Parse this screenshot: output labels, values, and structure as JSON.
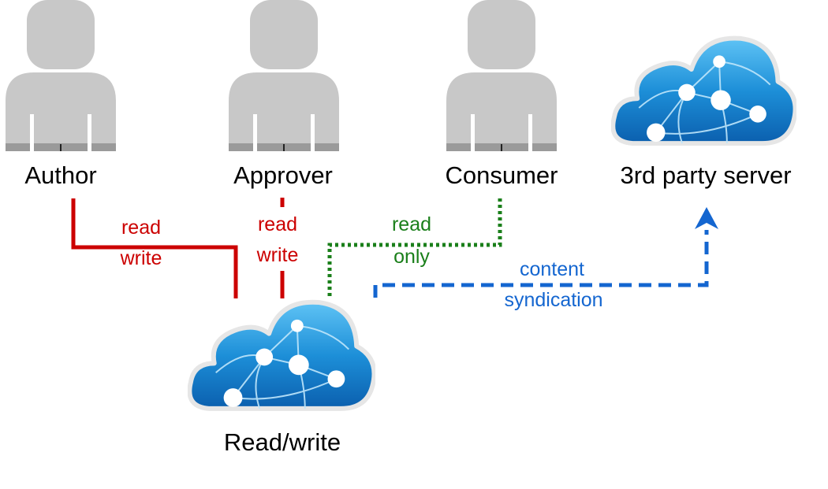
{
  "nodes": {
    "author": {
      "label": "Author",
      "icon": "person-icon"
    },
    "approver": {
      "label": "Approver",
      "icon": "person-icon"
    },
    "consumer": {
      "label": "Consumer",
      "icon": "person-icon"
    },
    "third_party": {
      "label": "3rd party server",
      "icon": "cloud-network-icon"
    },
    "readwrite": {
      "label": "Read/write",
      "icon": "cloud-network-icon"
    }
  },
  "edges": {
    "author_rw": {
      "line1": "read",
      "line2": "write",
      "color": "#cc0000",
      "style": "solid"
    },
    "approver_rw": {
      "line1": "read",
      "line2": "write",
      "color": "#cc0000",
      "style": "solid"
    },
    "consumer_rw": {
      "line1": "read",
      "line2": "only",
      "color": "#1a7f1a",
      "style": "dotted"
    },
    "syndication": {
      "line1": "content",
      "line2": "syndication",
      "color": "#1466d0",
      "style": "dashed"
    }
  },
  "colors": {
    "person_fill": "#c8c8c8",
    "person_shadow": "#9a9a9a",
    "cloud_fill": "#1d8fd8",
    "cloud_dark": "#0b5fae",
    "cloud_outline": "#e6e6e6"
  }
}
